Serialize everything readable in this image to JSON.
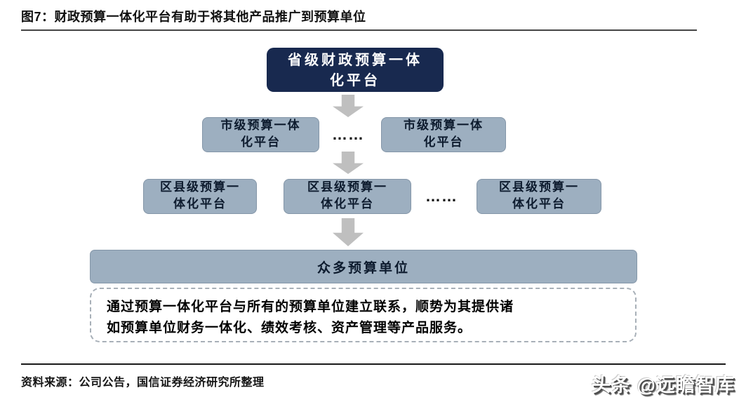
{
  "page": {
    "title": "图7：财政预算一体化平台有助于将其他产品推广到预算单位",
    "source": "资料来源：公司公告，国信证券经济研究所整理",
    "watermark": "头条 @远瞻智库"
  },
  "colors": {
    "navy_box": "#18294F",
    "gray_box": "#9DAFC0",
    "arrow": "#BFBFBF",
    "title_rule": "#454545",
    "bottom_rule": "#1a1a1a"
  },
  "diagram": {
    "top_box": {
      "lines": [
        "省级财政预算一体",
        "化平台"
      ]
    },
    "city_box": {
      "lines": [
        "市级预算一体",
        "化平台"
      ]
    },
    "district_box": {
      "lines": [
        "区县级预算一",
        "体化平台"
      ]
    },
    "ellipsis": "……",
    "bottom_bar": "众多预算单位",
    "note": {
      "lines": [
        "通过预算一体化平台与所有的预算单位建立联系，顺势为其提供诸",
        "如预算单位财务一体化、绩效考核、资产管理等产品服务。"
      ]
    }
  }
}
